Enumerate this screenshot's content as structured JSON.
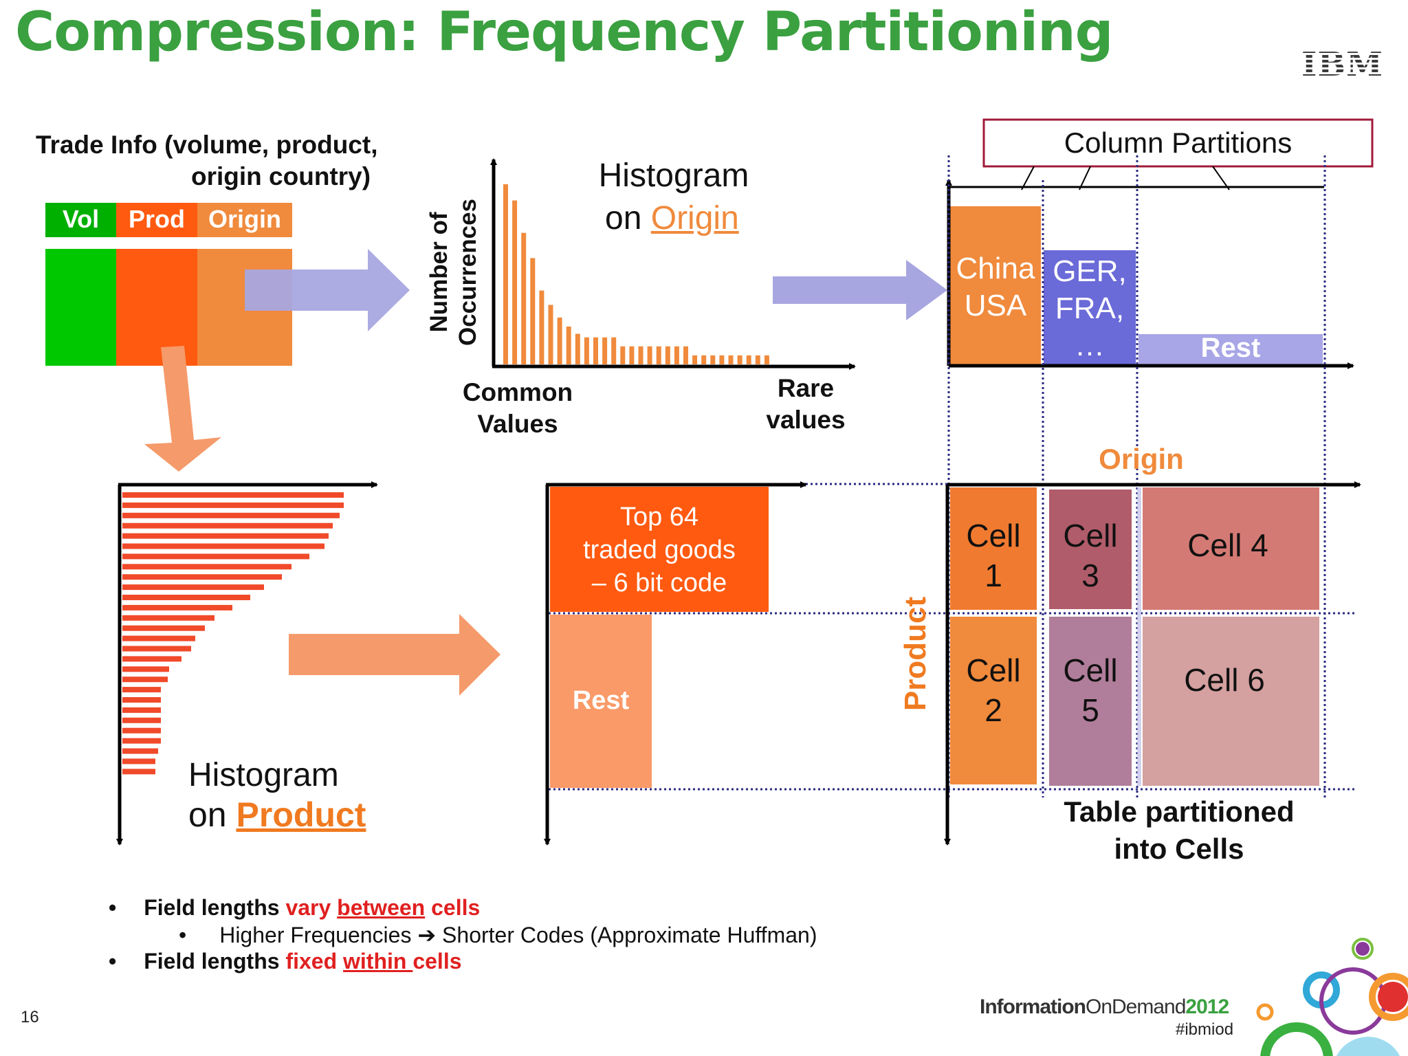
{
  "slide": {
    "title": "Compression: Frequency Partitioning",
    "logo_text": "IBM",
    "page_number": "16",
    "footer_brand": {
      "part1": "Information",
      "part2": "OnDemand",
      "year": "2012"
    },
    "hashtag": "#ibmiod"
  },
  "trade_table": {
    "title_line1": "Trade Info (volume, product,",
    "title_line2": "origin country)",
    "columns": [
      "Vol",
      "Prod",
      "Origin"
    ],
    "colors": {
      "vol": "#00c800",
      "prod": "#ff5a10",
      "origin": "#f08a3c",
      "header_vol": "#00b000"
    }
  },
  "origin_histogram": {
    "title_line1": "Histogram",
    "title_line2_prefix": "on ",
    "title_line2_link": "Origin",
    "y_axis_line1": "Number of",
    "y_axis_line2": "Occurrences",
    "x_left_line1": "Common",
    "x_left_line2": "Values",
    "x_right_line1": "Rare",
    "x_right_line2": "values",
    "bar_color": "#f08a3c"
  },
  "chart_data": {
    "type": "bar",
    "values": [
      100,
      91,
      73,
      59,
      41,
      33,
      26,
      21,
      17,
      15,
      15,
      15,
      15,
      10,
      10,
      10,
      10,
      10,
      10,
      10,
      10,
      5,
      5,
      5,
      5,
      5,
      5,
      5,
      5,
      5
    ]
  },
  "column_partitions": {
    "label": "Column Partitions",
    "partitions": [
      {
        "text_line1": "China",
        "text_line2": "USA",
        "text_line3": "",
        "color": "#f08a3c"
      },
      {
        "text_line1": "GER,",
        "text_line2": "FRA,",
        "text_line3": "…",
        "color": "#6a6ad8"
      },
      {
        "text_line1": "Rest",
        "text_line2": "",
        "text_line3": "",
        "color": "#a8a6e6"
      }
    ]
  },
  "product_histogram": {
    "title_line1": "Histogram",
    "title_line2_prefix": "on ",
    "title_line2_link": "Product",
    "bar_color": "#f04a2a"
  },
  "product_partitions": {
    "top_line1": "Top 64",
    "top_line2": "traded goods",
    "top_line3": "– 6 bit code",
    "rest": "Rest"
  },
  "cells_grid": {
    "x_axis_label": "Origin",
    "y_axis_label": "Product",
    "cells": [
      {
        "line1": "Cell",
        "line2": "1",
        "color": "#f07a30"
      },
      {
        "line1": "Cell",
        "line2": "3",
        "color": "#b05c6a"
      },
      {
        "line1": "Cell 4",
        "line2": "",
        "color": "#d47a74"
      },
      {
        "line1": "Cell",
        "line2": "2",
        "color": "#f08a3c"
      },
      {
        "line1": "Cell",
        "line2": "5",
        "color": "#b07e9a"
      },
      {
        "line1": "Cell 6",
        "line2": "",
        "color": "#d4a0a0"
      }
    ],
    "caption_line1": "Table partitioned",
    "caption_line2": "into Cells"
  },
  "bullets": {
    "b1_prefix": "Field lengths ",
    "b1_red1": "vary ",
    "b1_red2": "between",
    "b1_red3": " cells",
    "b2_sub": "Higher Frequencies ➔ Shorter Codes (Approximate Huffman)",
    "b3_prefix": "Field lengths ",
    "b3_red1": "fixed ",
    "b3_red2": "within ",
    "b3_red3": "cells"
  }
}
